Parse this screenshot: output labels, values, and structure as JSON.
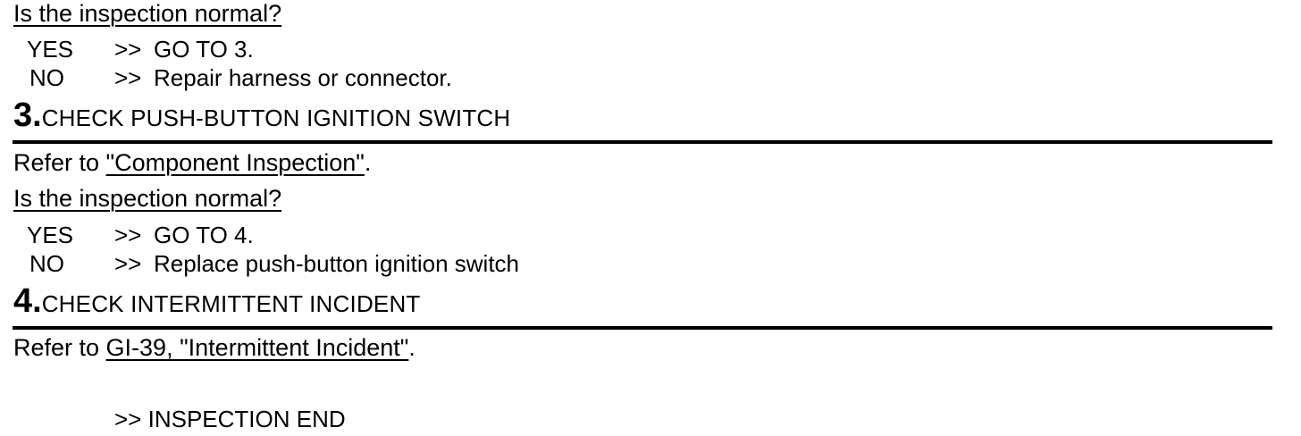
{
  "document": {
    "type": "service-manual-diagnostic-procedure",
    "text_color": "#000000",
    "background_color": "#ffffff",
    "rule_color": "#000000"
  },
  "blocks": [
    {
      "id": "question-1",
      "kind": "question",
      "text": "Is the inspection normal?"
    },
    {
      "id": "answers-1",
      "kind": "answers",
      "rows": [
        {
          "label": "YES",
          "arrow": ">>",
          "text": "GO TO 3."
        },
        {
          "label": "NO",
          "arrow": ">>",
          "text": "Repair harness or connector."
        }
      ]
    },
    {
      "id": "step-3",
      "kind": "step",
      "number": "3.",
      "title": "CHECK PUSH-BUTTON IGNITION SWITCH"
    },
    {
      "id": "refer-1",
      "kind": "refer",
      "lead": "Refer to ",
      "link": "\"Component Inspection\"",
      "trail": "."
    },
    {
      "id": "question-2",
      "kind": "question",
      "text": "Is the inspection normal?"
    },
    {
      "id": "answers-2",
      "kind": "answers",
      "rows": [
        {
          "label": "YES",
          "arrow": ">>",
          "text": "GO TO 4."
        },
        {
          "label": "NO",
          "arrow": ">>",
          "text": "Replace push-button ignition switch"
        }
      ]
    },
    {
      "id": "step-4",
      "kind": "step",
      "number": "4.",
      "title": "CHECK INTERMITTENT INCIDENT"
    },
    {
      "id": "refer-2",
      "kind": "refer",
      "lead": "Refer to ",
      "link": "GI-39, \"Intermittent Incident\"",
      "trail": "."
    },
    {
      "id": "end",
      "kind": "end",
      "arrow": ">>",
      "text": "INSPECTION END"
    }
  ],
  "question1": {
    "text": "Is the inspection normal?"
  },
  "answers1": {
    "yes_label": "YES",
    "yes_arrow": ">>",
    "yes_text": "GO TO 3.",
    "no_label": "NO",
    "no_arrow": ">>",
    "no_text": "Repair harness or connector."
  },
  "step3": {
    "number": "3.",
    "title": "CHECK PUSH-BUTTON IGNITION SWITCH"
  },
  "refer1": {
    "lead": "Refer to ",
    "link": "\"Component Inspection\"",
    "trail": "."
  },
  "question2": {
    "text": "Is the inspection normal?"
  },
  "answers2": {
    "yes_label": "YES",
    "yes_arrow": ">>",
    "yes_text": "GO TO 4.",
    "no_label": "NO",
    "no_arrow": ">>",
    "no_text": "Replace push-button ignition switch"
  },
  "step4": {
    "number": "4.",
    "title": "CHECK INTERMITTENT INCIDENT"
  },
  "refer2": {
    "lead": "Refer to ",
    "link": "GI-39, \"Intermittent Incident\"",
    "trail": "."
  },
  "end": {
    "arrow": ">>",
    "text": "INSPECTION END"
  }
}
